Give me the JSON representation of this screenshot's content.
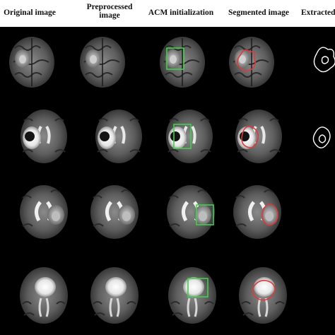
{
  "columns": [
    {
      "label": "Original image"
    },
    {
      "label_line1": "Preprocessed",
      "label_line2": "image"
    },
    {
      "label": "ACM initialization"
    },
    {
      "label": "Segmented image"
    },
    {
      "label": "Extracted"
    }
  ],
  "colors": {
    "background": "#000000",
    "header_bg": "#ffffff",
    "acm_contour": "#3fd14a",
    "segmented_contour": "#e03a3a",
    "extracted_contour": "#ffffff"
  },
  "rows": [
    {
      "brain": "row-1"
    },
    {
      "brain": "row-2"
    },
    {
      "brain": "row-3"
    },
    {
      "brain": "row-4"
    }
  ]
}
